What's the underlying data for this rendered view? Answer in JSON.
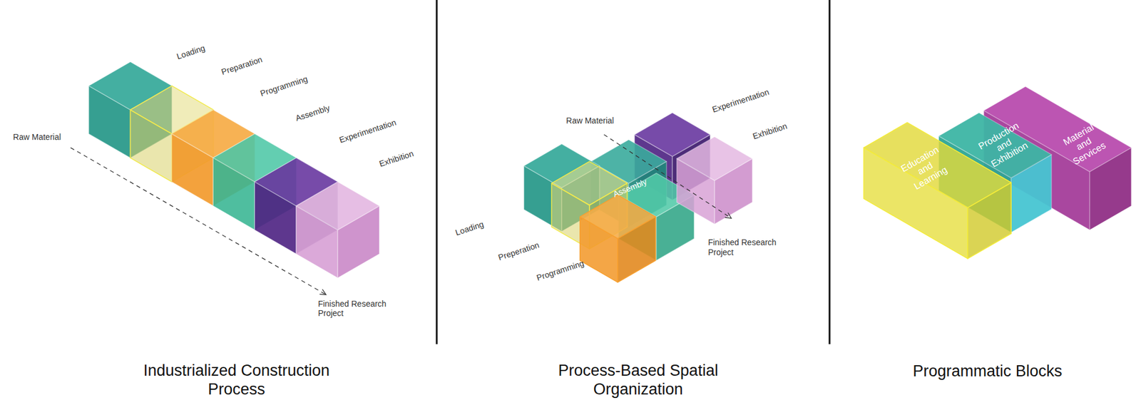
{
  "diagram": {
    "nodes": [
      {
        "text": [
          "Education and Learning"
        ]
      },
      {
        "text": [
          "Production and Exhibition"
        ]
      },
      {
        "text": [
          "Material and Services"
        ]
      }
    ],
    "labels": [
      "Loading",
      "Preparation",
      "Programming",
      "Assembly",
      "Experimentation",
      "Exhibition",
      "Raw Material",
      "Finished Research Project",
      "Raw Material",
      "Experimentation",
      "Exhibition",
      "Assembly",
      "Loading",
      "Preperation",
      "Programming",
      "Finished Research Project",
      "Industrialized Construction Process",
      "Process-Based Spatial Organization",
      "Programmatic Blocks"
    ]
  }
}
